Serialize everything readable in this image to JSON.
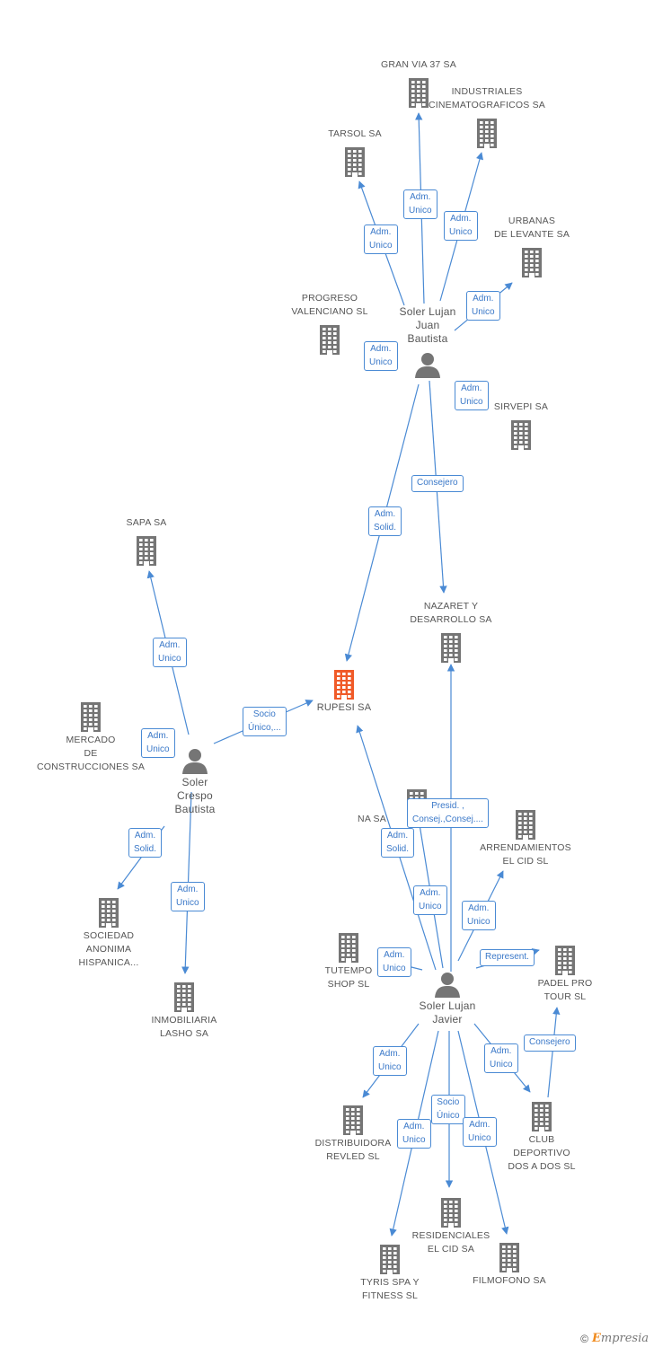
{
  "colors": {
    "accent": "#4a8ad4",
    "building": "#757575",
    "main_building": "#f05a28",
    "person": "#757575"
  },
  "nodes": [
    {
      "id": "rupesi",
      "name": "RUPESI SA",
      "type": "company",
      "main": true
    },
    {
      "id": "granvia",
      "name": "GRAN VIA 37 SA",
      "type": "company"
    },
    {
      "id": "industriales",
      "name": "INDUSTRIALES\nCINEMATOGRAFICOS SA",
      "type": "company"
    },
    {
      "id": "tarsol",
      "name": "TARSOL SA",
      "type": "company"
    },
    {
      "id": "urbanas",
      "name": "URBANAS\nDE LEVANTE SA",
      "type": "company"
    },
    {
      "id": "progreso",
      "name": "PROGRESO\nVALENCIANO SL",
      "type": "company"
    },
    {
      "id": "sirvepi",
      "name": "SIRVEPI SA",
      "type": "company"
    },
    {
      "id": "nazaret",
      "name": "NAZARET Y\nDESARROLLO SA",
      "type": "company"
    },
    {
      "id": "sapa",
      "name": "SAPA SA",
      "type": "company"
    },
    {
      "id": "mercado",
      "name": "MERCADO\nDE\nCONSTRUCCIONES SA",
      "type": "company"
    },
    {
      "id": "sociedad",
      "name": "SOCIEDAD\nANONIMA\nHISPANICA...",
      "type": "company"
    },
    {
      "id": "inmobiliaria",
      "name": "INMOBILIARIA\nLASHO SA",
      "type": "company"
    },
    {
      "id": "hidden_na",
      "name": "NA SA",
      "type": "company"
    },
    {
      "id": "arrendamientos",
      "name": "ARRENDAMIENTOS\nEL CID SL",
      "type": "company"
    },
    {
      "id": "tutempo",
      "name": "TUTEMPO\nSHOP SL",
      "type": "company"
    },
    {
      "id": "padel",
      "name": "PADEL PRO\nTOUR SL",
      "type": "company"
    },
    {
      "id": "distribuidora",
      "name": "DISTRIBUIDORA\nREVLED SL",
      "type": "company"
    },
    {
      "id": "club",
      "name": "CLUB\nDEPORTIVO\nDOS A DOS SL",
      "type": "company"
    },
    {
      "id": "residenciales",
      "name": "RESIDENCIALES\nEL CID SA",
      "type": "company"
    },
    {
      "id": "tyris",
      "name": "TYRIS SPA Y\nFITNESS SL",
      "type": "company"
    },
    {
      "id": "filmofono",
      "name": "FILMOFONO SA",
      "type": "company"
    },
    {
      "id": "juan",
      "name": "Soler Lujan\nJuan\nBautista",
      "type": "person"
    },
    {
      "id": "crespo",
      "name": "Soler\nCrespo\nBautista",
      "type": "person"
    },
    {
      "id": "javier",
      "name": "Soler Lujan\nJavier",
      "type": "person"
    }
  ],
  "edges": [
    {
      "from": "juan",
      "to": "granvia",
      "label": "Adm.\nUnico"
    },
    {
      "from": "juan",
      "to": "industriales",
      "label": "Adm.\nUnico"
    },
    {
      "from": "juan",
      "to": "tarsol",
      "label": "Adm.\nUnico"
    },
    {
      "from": "juan",
      "to": "urbanas",
      "label": "Adm.\nUnico"
    },
    {
      "from": "juan",
      "to": "progreso",
      "label": "Adm.\nUnico"
    },
    {
      "from": "juan",
      "to": "sirvepi",
      "label": "Adm.\nUnico"
    },
    {
      "from": "juan",
      "to": "nazaret",
      "label": "Consejero"
    },
    {
      "from": "juan",
      "to": "rupesi",
      "label": "Adm.\nSolid."
    },
    {
      "from": "crespo",
      "to": "sapa",
      "label": "Adm.\nUnico"
    },
    {
      "from": "crespo",
      "to": "mercado",
      "label": "Adm.\nUnico"
    },
    {
      "from": "crespo",
      "to": "rupesi",
      "label": "Socio\nÚnico,..."
    },
    {
      "from": "crespo",
      "to": "sociedad",
      "label": "Adm.\nSolid."
    },
    {
      "from": "crespo",
      "to": "inmobiliaria",
      "label": "Adm.\nUnico"
    },
    {
      "from": "javier",
      "to": "nazaret",
      "label": "Presid. ,\nConsej.,Consej...."
    },
    {
      "from": "javier",
      "to": "rupesi",
      "label": "Adm.\nSolid."
    },
    {
      "from": "javier",
      "to": "hidden_na",
      "label": "Adm.\nUnico"
    },
    {
      "from": "javier",
      "to": "arrendamientos",
      "label": "Adm.\nUnico"
    },
    {
      "from": "javier",
      "to": "tutempo",
      "label": "Adm.\nUnico"
    },
    {
      "from": "javier",
      "to": "padel",
      "label": "Represent."
    },
    {
      "from": "javier",
      "to": "distribuidora",
      "label": "Adm.\nUnico"
    },
    {
      "from": "javier",
      "to": "club",
      "label": "Adm.\nUnico"
    },
    {
      "from": "club",
      "to": "padel",
      "label": "Consejero"
    },
    {
      "from": "javier",
      "to": "residenciales",
      "label": "Socio\nÚnico"
    },
    {
      "from": "javier",
      "to": "tyris",
      "label": "Adm.\nUnico"
    },
    {
      "from": "javier",
      "to": "filmofono",
      "label": "Adm.\nUnico"
    }
  ],
  "footer": {
    "copyright": "©",
    "brand_initial": "E",
    "brand_rest": "mpresia"
  }
}
